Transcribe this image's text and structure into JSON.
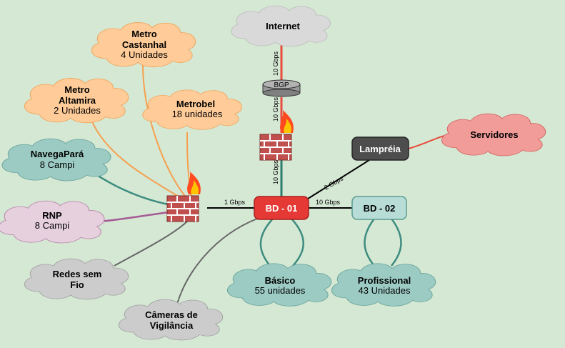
{
  "clouds": {
    "internet": {
      "title": "Internet",
      "color": "#d9d9d9"
    },
    "metro_castanhal": {
      "line1": "Metro",
      "line2": "Castanhal",
      "sub": "4 Unidades",
      "color": "#ffcc99"
    },
    "metro_altamira": {
      "line1": "Metro",
      "line2": "Altamira",
      "sub": "2 Unidades",
      "color": "#ffcc99"
    },
    "metrobel": {
      "title": "Metrobel",
      "sub": "18 unidades",
      "color": "#ffcc99"
    },
    "navegapara": {
      "title": "NavegaPará",
      "sub": "8 Campi",
      "color": "#9ccbc3"
    },
    "rnp": {
      "title": "RNP",
      "sub": "8 Campi",
      "color": "#e6d0de"
    },
    "redes_sem_fio": {
      "line1": "Redes sem",
      "line2": "Fio",
      "color": "#cccccc"
    },
    "cameras": {
      "line1": "Câmeras de",
      "line2": "Vigilância",
      "color": "#cccccc"
    },
    "basico": {
      "title": "Básico",
      "sub": "55 unidades",
      "color": "#9ccbc3"
    },
    "profissional": {
      "title": "Profissional",
      "sub": "43 Unidades",
      "color": "#9ccbc3"
    },
    "servidores": {
      "title": "Servidores",
      "color": "#f19c99"
    }
  },
  "nodes": {
    "bgp": "BGP",
    "bd01": "BD - 01",
    "bd02": "BD - 02",
    "lampreia": "Lampréia"
  },
  "links": {
    "internet_bgp": "10 Gbps",
    "bgp_fw": "10 Gbps",
    "fw_bd01": "10 Gbps",
    "fw_left_bd01": "1 Gbps",
    "bd01_bd02": "10 Gbps",
    "bd01_lampreia": "2 Gbps"
  },
  "colors": {
    "background": "#d5e8d4",
    "internet_link": "#e74c3c",
    "orange_link": "#f5a04f",
    "teal_link": "#3d8c80",
    "purple_link": "#a45a95",
    "gray_link": "#666666",
    "bd01": "#e53935",
    "bd02": "#b7ddd6",
    "lampreia": "#4d4d4d",
    "firewall_brick": "#c0504d"
  }
}
